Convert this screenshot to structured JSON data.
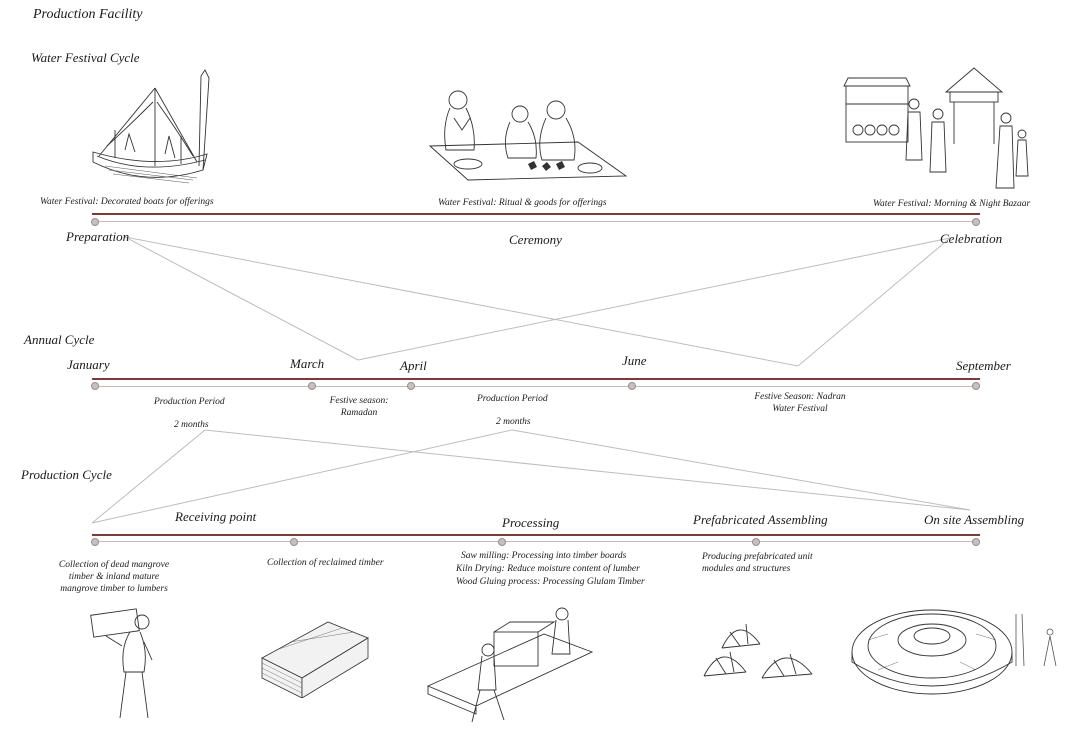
{
  "titles": {
    "production_facility": "Production Facility",
    "water_festival_cycle": "Water Festival Cycle",
    "annual_cycle": "Annual Cycle",
    "production_cycle": "Production Cycle"
  },
  "festival": {
    "captions": {
      "boats": "Water Festival: Decorated boats for offerings",
      "ritual": "Water Festival: Ritual & goods for offerings",
      "bazaar": "Water Festival: Morning & Night Bazaar"
    },
    "stages": {
      "preparation": "Preparation",
      "ceremony": "Ceremony",
      "celebration": "Celebration"
    }
  },
  "annual": {
    "months": {
      "january": "January",
      "march": "March",
      "april": "April",
      "june": "June",
      "september": "September"
    },
    "notes": {
      "production_period_1": "Production Period",
      "duration_1": "2 months",
      "festive_ramadan": "Festive season: Ramadan",
      "production_period_2": "Production Period",
      "duration_2": "2 months",
      "festive_nadran": "Festive Season: Nadran Water Festival"
    }
  },
  "production": {
    "stages": {
      "receiving": "Receiving point",
      "processing": "Processing",
      "prefab": "Prefabricated Assembling",
      "onsite": "On site Assembling"
    },
    "notes": {
      "collection_dead": "Collection of dead mangrove timber & inland mature mangrove timber to lumbers",
      "collection_reclaimed": "Collection of reclaimed timber",
      "saw_milling": "Saw milling: Processing into timber boards",
      "kiln_drying": "Kiln Drying: Reduce moisture content of lumber",
      "wood_gluing": "Wood Gluing process: Processing Glulam Timber",
      "prefab_units": "Producing prefabricated unit modules and structures"
    }
  },
  "colors": {
    "timeline": "#7d3a3a",
    "connector": "#bdbdbd",
    "ink": "#1a1a1a"
  }
}
